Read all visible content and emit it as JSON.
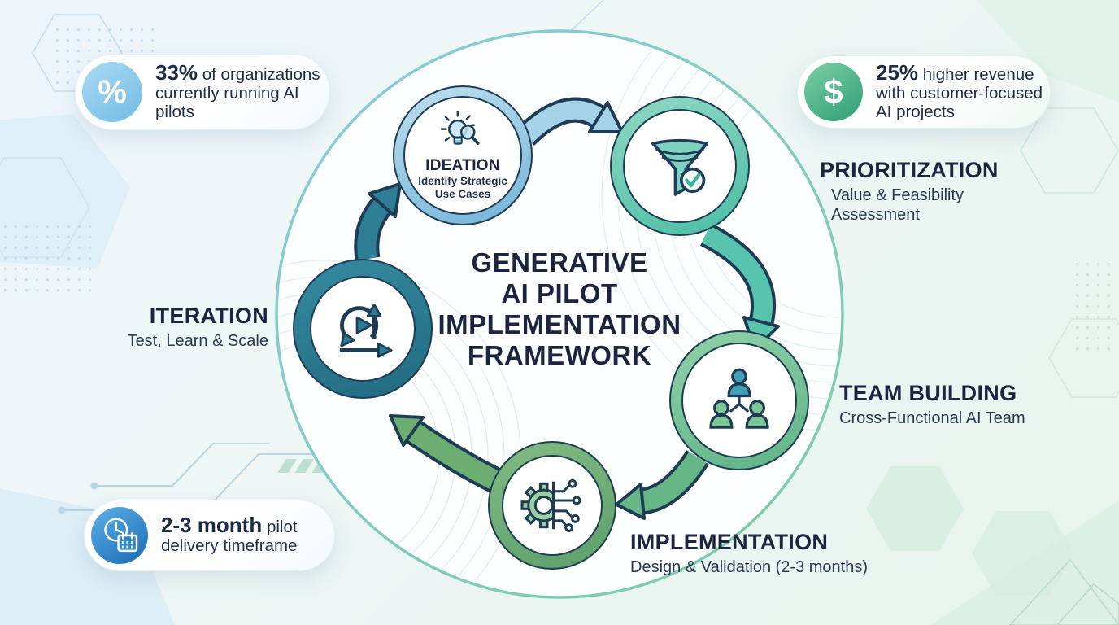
{
  "title": {
    "line1": "GENERATIVE",
    "line2": "AI PILOT",
    "line3": "IMPLEMENTATION",
    "line4": "FRAMEWORK"
  },
  "stages": [
    {
      "name": "IDEATION",
      "subtitle": "Identify Strategic Use Cases",
      "icon": "lightbulb-magnifier-icon",
      "ring_color": "#8ec6e2"
    },
    {
      "name": "PRIORITIZATION",
      "subtitle": "Value & Feasibility Assessment",
      "icon": "funnel-check-icon",
      "ring_color": "#63c7af"
    },
    {
      "name": "TEAM BUILDING",
      "subtitle": "Cross-Functional AI Team",
      "icon": "team-hierarchy-icon",
      "ring_color": "#74c297"
    },
    {
      "name": "IMPLEMENTATION",
      "subtitle": "Design & Validation (2-3 months)",
      "icon": "gear-circuit-icon",
      "ring_color": "#68a873"
    },
    {
      "name": "ITERATION",
      "subtitle": "Test, Learn & Scale",
      "icon": "agile-loop-icon",
      "ring_color": "#2a7c93"
    }
  ],
  "callouts": [
    {
      "stat": "33%",
      "text": "of organizations currently running AI pilots",
      "icon": "percent-icon",
      "glyph": "%",
      "icon_color": "#8ccae9"
    },
    {
      "stat": "25%",
      "text": "higher revenue with customer-focused AI projects",
      "icon": "dollar-icon",
      "glyph": "$",
      "icon_color": "#45b589"
    },
    {
      "stat": "2-3 month",
      "text": "pilot delivery timeframe",
      "icon": "clock-calendar-icon",
      "icon_color": "#2b7fc4"
    }
  ],
  "colors": {
    "text_navy": "#1c2440",
    "outline_navy": "#1e3c55",
    "arrow_blue": "#a6d2e8",
    "arrow_teal": "#58c4ad",
    "arrow_green": "#67b686",
    "arrow_dark_teal": "#2e7f96",
    "cycle_ring_start": "#86cbdc",
    "cycle_ring_end": "#79cda2"
  }
}
